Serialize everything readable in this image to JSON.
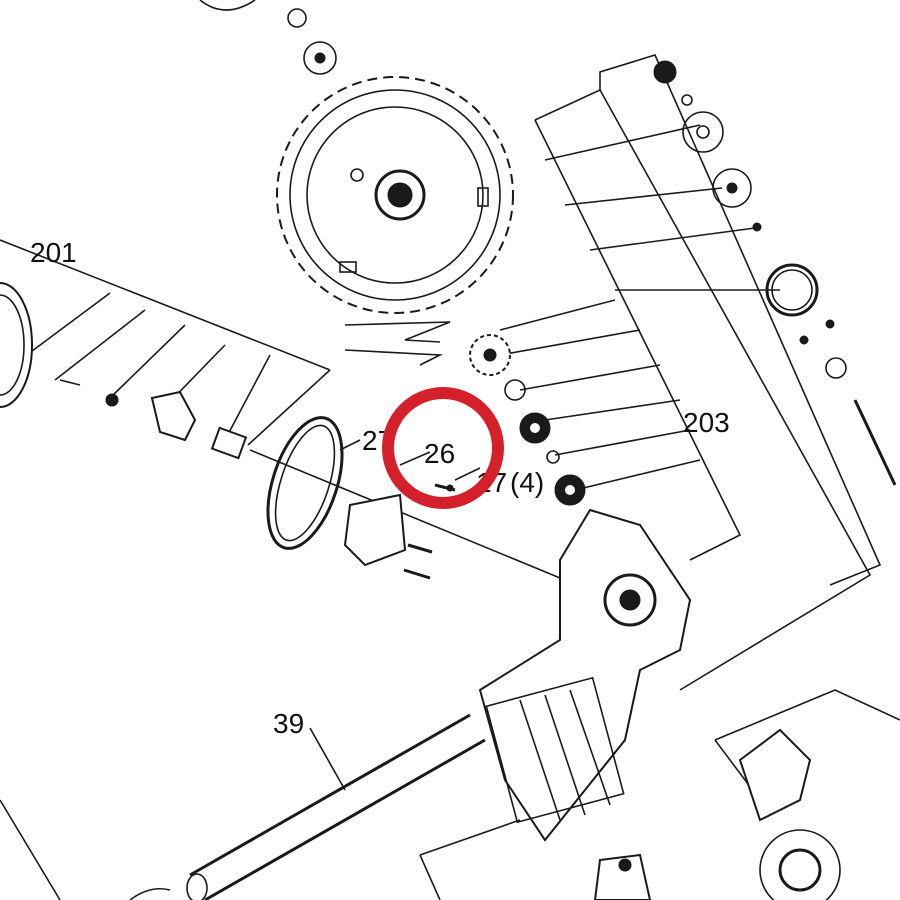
{
  "labels": {
    "l201": "201",
    "l203": "203",
    "l26": "26",
    "l27": "27",
    "l17": "17",
    "l17count": "(4)",
    "l39": "39"
  },
  "highlight": {
    "color": "#d3202a"
  }
}
